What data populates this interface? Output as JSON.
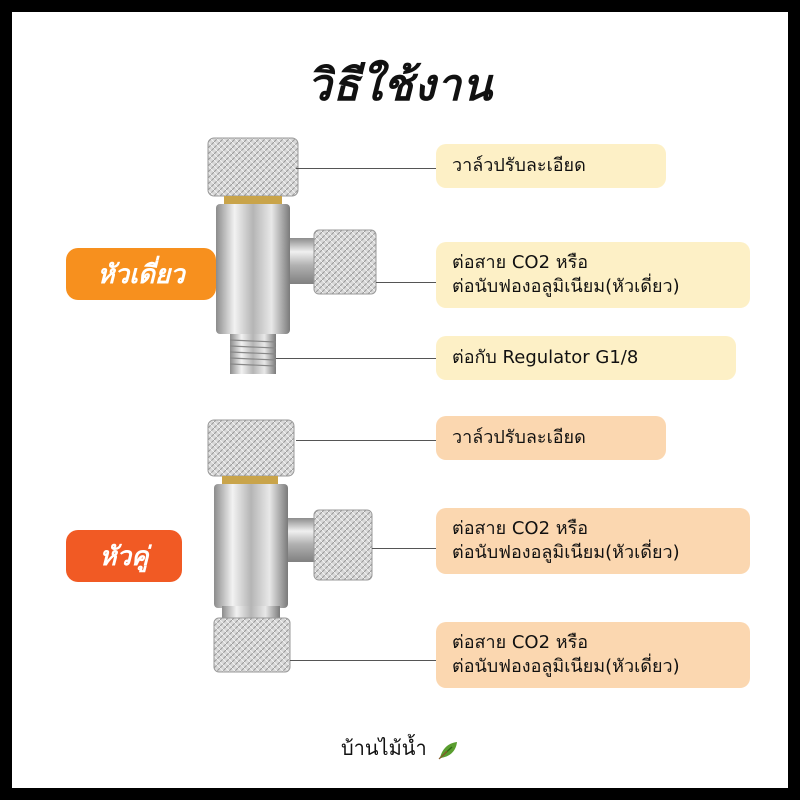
{
  "title": "วิธีใช้งาน",
  "colors": {
    "badge_single": "#f7901e",
    "badge_double": "#f15a24",
    "label_single": "#fdf0c6",
    "label_double": "#fbd7b0",
    "frame": "#000000"
  },
  "single": {
    "badge": "หัวเดี่ยว",
    "labels": {
      "top": "วาล์วปรับละเอียด",
      "side_line1": "ต่อสาย CO2 หรือ",
      "side_line2": "ต่อนับฟองอลูมิเนียม(หัวเดี่ยว)",
      "bottom": "ต่อกับ Regulator G1/8"
    }
  },
  "double": {
    "badge": "หัวคู่",
    "labels": {
      "top": "วาล์วปรับละเอียด",
      "side_line1": "ต่อสาย CO2 หรือ",
      "side_line2": "ต่อนับฟองอลูมิเนียม(หัวเดี่ยว)",
      "bottom_line1": "ต่อสาย CO2 หรือ",
      "bottom_line2": "ต่อนับฟองอลูมิเนียม(หัวเดี่ยว)"
    }
  },
  "footer": {
    "brand": "บ้านไม้น้ำ",
    "icon": "leaf-icon"
  }
}
